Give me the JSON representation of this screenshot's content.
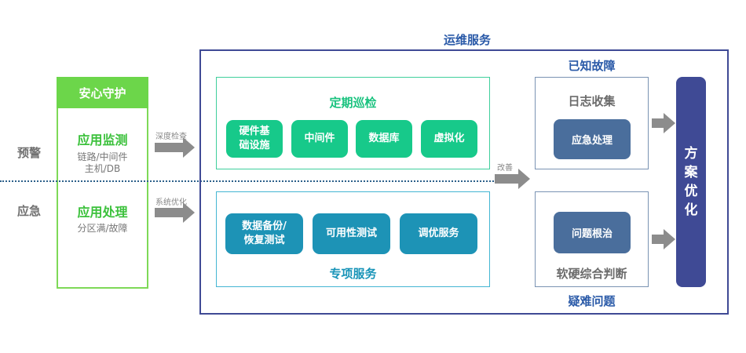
{
  "left": {
    "warning_label": "预警",
    "emergency_label": "应急"
  },
  "guard": {
    "header": "安心守护",
    "monitor": {
      "title": "应用监测",
      "line1": "链路/中间件",
      "line2": "主机/DB"
    },
    "handle": {
      "title": "应用处理",
      "line1": "分区满/故障"
    }
  },
  "connectors": {
    "deep_check": "深度检查",
    "system_opt": "系统优化",
    "improve": "改善"
  },
  "ops": {
    "title": "运维服务",
    "inspection": {
      "title": "定期巡检",
      "items": [
        {
          "l1": "硬件基",
          "l2": "础设施"
        },
        {
          "l1": "中间件",
          "l2": ""
        },
        {
          "l1": "数据库",
          "l2": ""
        },
        {
          "l1": "虚拟化",
          "l2": ""
        }
      ]
    },
    "special": {
      "title": "专项服务",
      "items": [
        {
          "l1": "数据备份/",
          "l2": "恢复测试"
        },
        {
          "l1": "可用性测试",
          "l2": ""
        },
        {
          "l1": "调优服务",
          "l2": ""
        }
      ]
    },
    "known_fault": {
      "title": "已知故障",
      "box_title": "日志收集",
      "button": "应急处理"
    },
    "difficult": {
      "title": "疑难问题",
      "box_title": "软硬综合判断",
      "button": "问题根治"
    },
    "plan": {
      "chars": [
        "方",
        "案",
        "优",
        "化"
      ]
    }
  },
  "colors": {
    "green": "#6cd64a",
    "teal_green": "#17c98a",
    "teal": "#1d93b6",
    "slate": "#4a6e9c",
    "navy": "#3f4a95",
    "arrow": "#8c8c8c"
  }
}
